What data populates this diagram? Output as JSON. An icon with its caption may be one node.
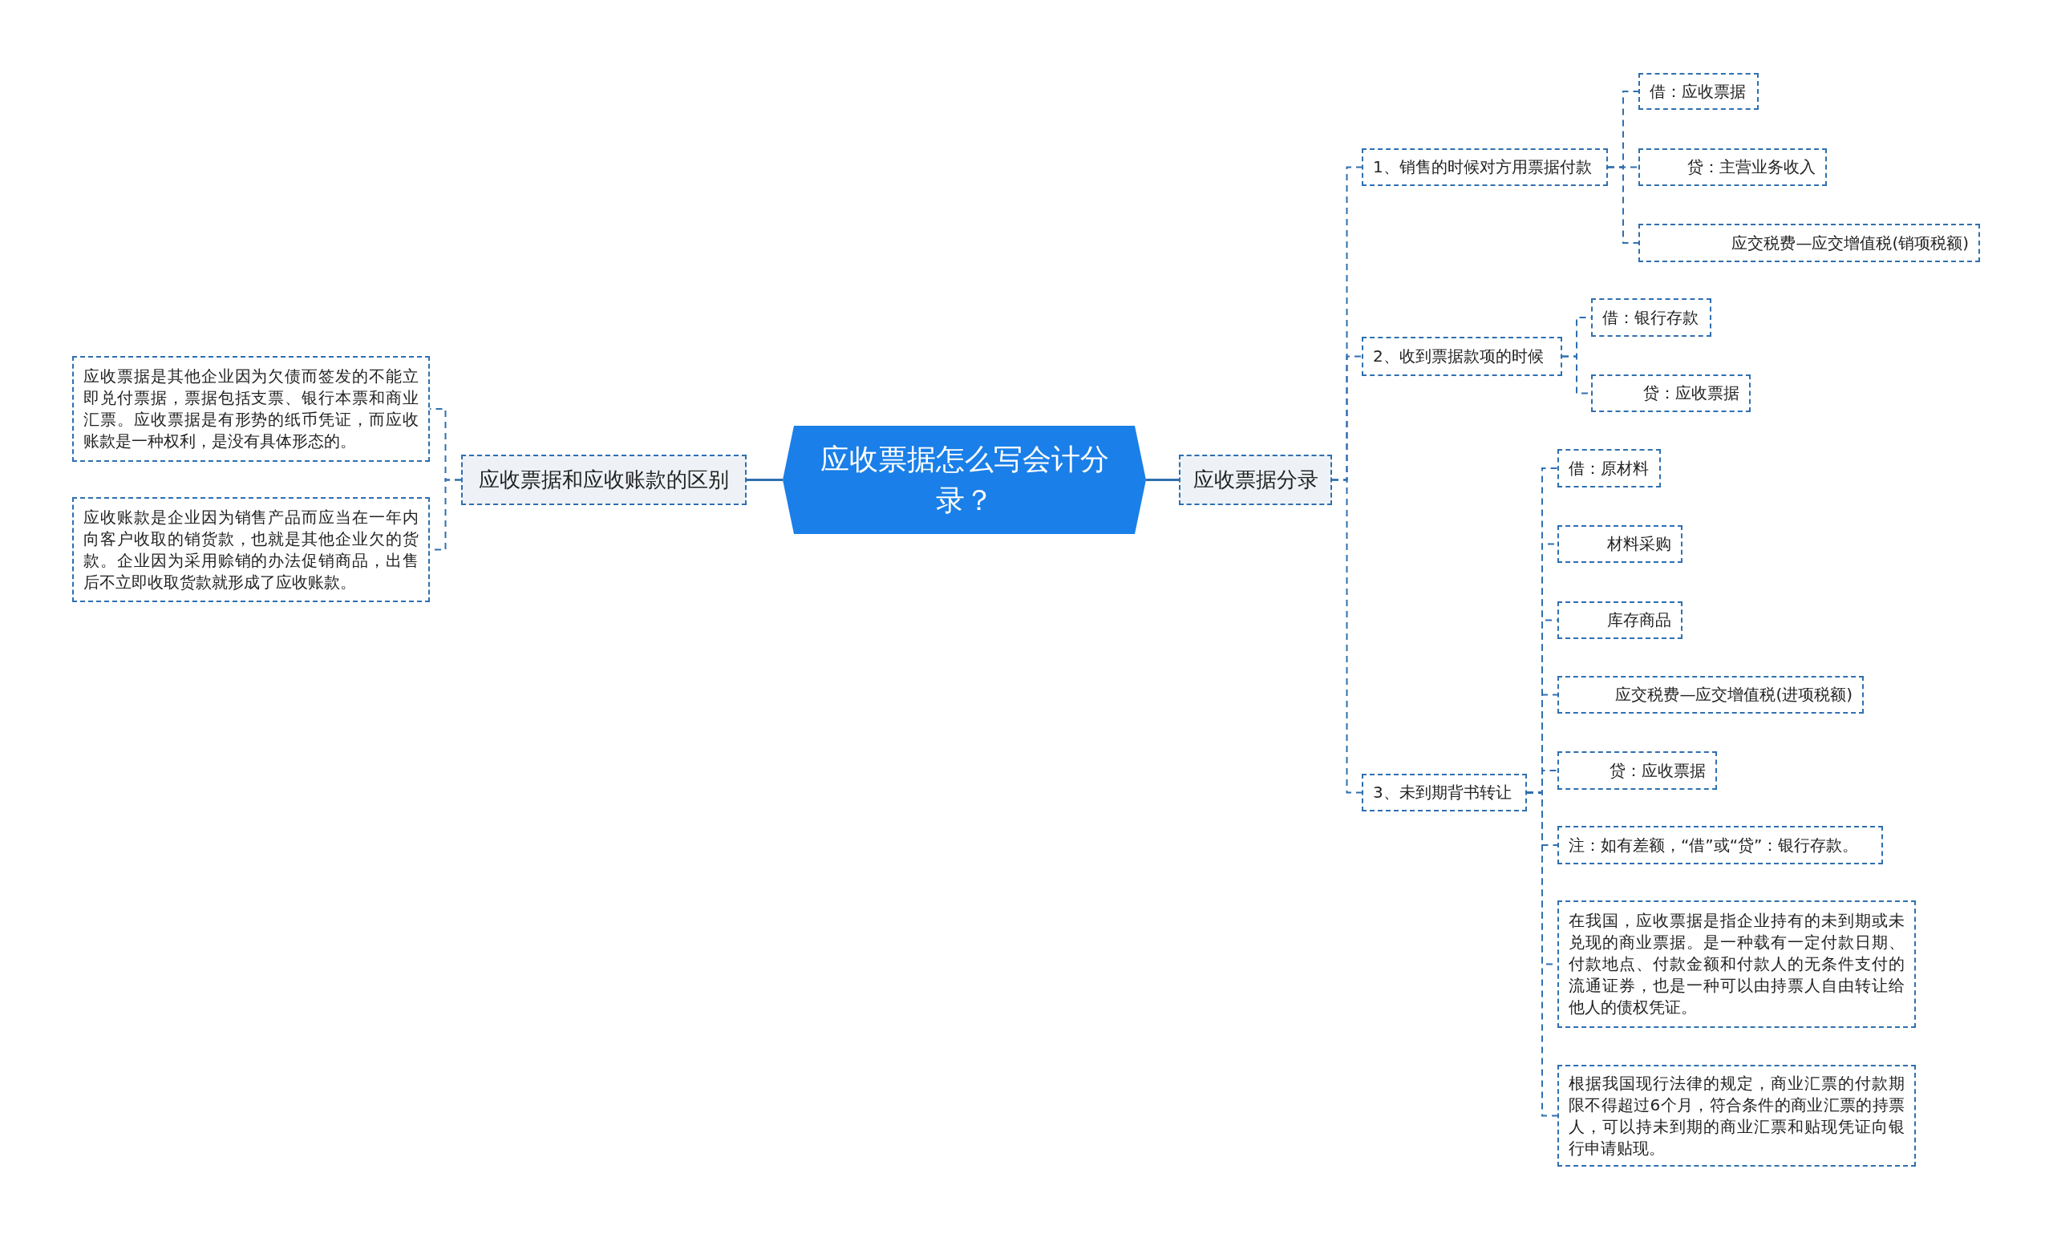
{
  "diagram": {
    "nodes": [
      {
        "text": [
          "应收票据怎么写会计分录？"
        ]
      },
      {
        "text": [
          "应收票据和应收账款的区别"
        ]
      },
      {
        "text": [
          "应收票据是其他企业因为欠债而签发的不能立即兑付票据，票据包括支票、银行本票和商业汇票。应收票据是有形势的纸币凭证，而应收账款是一种权利，是没有具体形态的。"
        ]
      },
      {
        "text": [
          "应收账款是企业因为销售产品而应当在一年内向客户收取的销货款，也就是其他企业欠的货款。企业因为采用赊销的办法促销商品，出售后不立即收取货款就形成了应收账款。"
        ]
      },
      {
        "text": [
          "应收票据分录"
        ]
      },
      {
        "text": [
          "1、销售的时候对方用票据付款"
        ]
      },
      {
        "text": [
          "借：应收票据"
        ]
      },
      {
        "text": [
          "贷：主营业务收入"
        ]
      },
      {
        "text": [
          "应交税费—应交增值税(销项税额)"
        ]
      },
      {
        "text": [
          "2、收到票据款项的时候"
        ]
      },
      {
        "text": [
          "借：银行存款"
        ]
      },
      {
        "text": [
          "贷：应收票据"
        ]
      },
      {
        "text": [
          "3、未到期背书转让"
        ]
      },
      {
        "text": [
          "借：原材料"
        ]
      },
      {
        "text": [
          "材料采购"
        ]
      },
      {
        "text": [
          "库存商品"
        ]
      },
      {
        "text": [
          "应交税费—应交增值税(进项税额)"
        ]
      },
      {
        "text": [
          "贷：应收票据"
        ]
      },
      {
        "text": [
          "注：如有差额，“借”或“贷”：银行存款。"
        ]
      },
      {
        "text": [
          "在我国，应收票据是指企业持有的未到期或未兑现的商业票据。是一种载有一定付款日期、付款地点、付款金额和付款人的无条件支付的流通证券，也是一种可以由持票人自由转让给他人的债权凭证。"
        ]
      },
      {
        "text": [
          "根据我国现行法律的规定，商业汇票的付款期限不得超过6个月，符合条件的商业汇票的持票人，可以持未到期的商业汇票和贴现凭证向银行申请贴现。"
        ]
      }
    ],
    "edges": [
      {
        "from": 0,
        "to": 1,
        "arrow": "none"
      },
      {
        "from": 0,
        "to": 4,
        "arrow": "none"
      },
      {
        "from": 1,
        "to": 2,
        "arrow": "none",
        "style": "dashed"
      },
      {
        "from": 1,
        "to": 3,
        "arrow": "none",
        "style": "dashed"
      },
      {
        "from": 4,
        "to": 5,
        "arrow": "none",
        "style": "dashed"
      },
      {
        "from": 4,
        "to": 9,
        "arrow": "none",
        "style": "dashed"
      },
      {
        "from": 4,
        "to": 12,
        "arrow": "none",
        "style": "dashed"
      },
      {
        "from": 5,
        "to": 6,
        "arrow": "none",
        "style": "dashed"
      },
      {
        "from": 5,
        "to": 7,
        "arrow": "none",
        "style": "dashed"
      },
      {
        "from": 5,
        "to": 8,
        "arrow": "none",
        "style": "dashed"
      },
      {
        "from": 9,
        "to": 10,
        "arrow": "none",
        "style": "dashed"
      },
      {
        "from": 9,
        "to": 11,
        "arrow": "none",
        "style": "dashed"
      },
      {
        "from": 12,
        "to": 13,
        "arrow": "none",
        "style": "dashed"
      },
      {
        "from": 12,
        "to": 14,
        "arrow": "none",
        "style": "dashed"
      },
      {
        "from": 12,
        "to": 15,
        "arrow": "none",
        "style": "dashed"
      },
      {
        "from": 12,
        "to": 16,
        "arrow": "none",
        "style": "dashed"
      },
      {
        "from": 12,
        "to": 17,
        "arrow": "none",
        "style": "dashed"
      },
      {
        "from": 12,
        "to": 18,
        "arrow": "none",
        "style": "dashed"
      },
      {
        "from": 12,
        "to": 19,
        "arrow": "none",
        "style": "dashed"
      },
      {
        "from": 12,
        "to": 20,
        "arrow": "none",
        "style": "dashed"
      }
    ]
  }
}
